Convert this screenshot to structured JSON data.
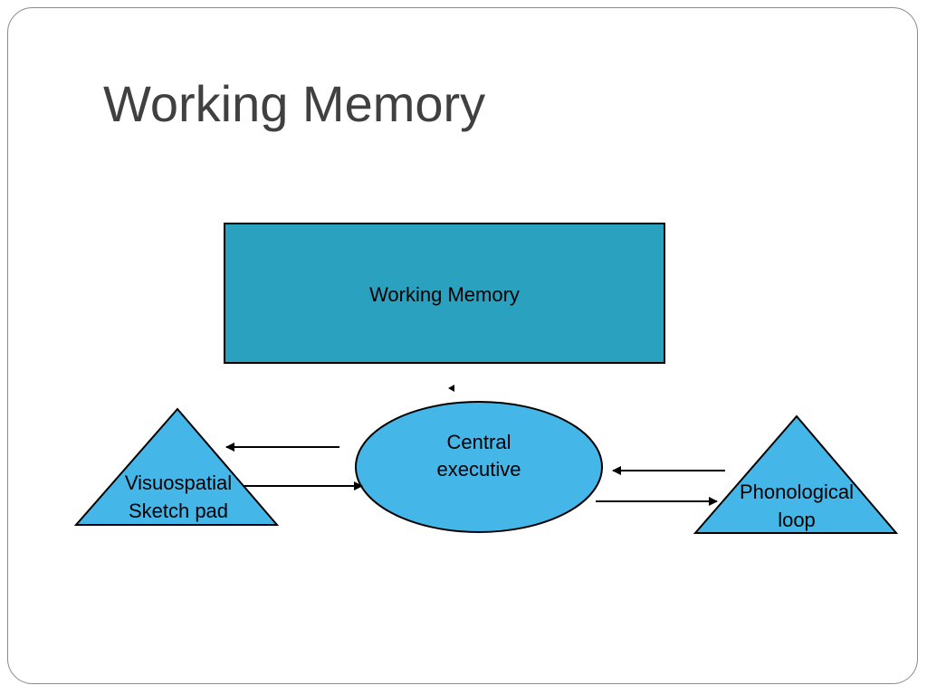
{
  "slide": {
    "title": "Working Memory"
  },
  "diagram": {
    "top_box_label": "Working Memory",
    "center_label_line1": "Central",
    "center_label_line2": "executive",
    "left_label_line1": "Visuospatial",
    "left_label_line2": "Sketch pad",
    "right_label_line1": "Phonological",
    "right_label_line2": "loop"
  },
  "colors": {
    "box_fill": "#2ba1c0",
    "shape_fill": "#45b6e8",
    "title_text": "#404040",
    "frame_border": "#8a8a8a"
  }
}
